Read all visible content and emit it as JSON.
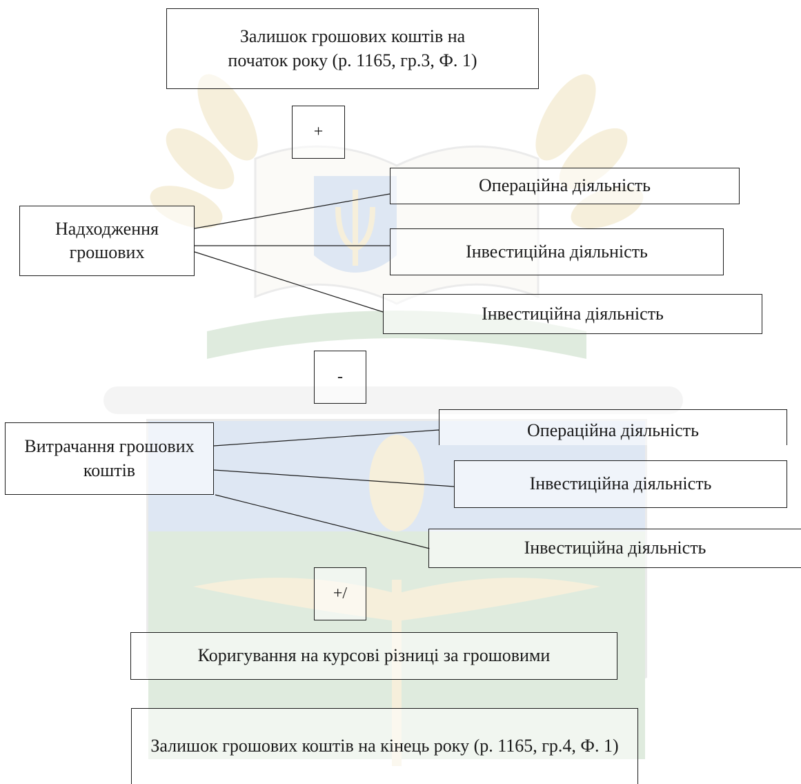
{
  "diagram": {
    "start": {
      "text": "Залишок грошових коштів на початок року (р. 1165, гр.3, Ф. 1)"
    },
    "op_plus": "+",
    "inflow": {
      "label": "Надходження грошових",
      "activities": [
        "Операційна діяльність",
        "Інвестиційна діяльність",
        "Інвестиційна діяльність"
      ]
    },
    "op_minus": "-",
    "outflow": {
      "label": "Витрачання грошових коштів",
      "activities": [
        "Операційна діяльність",
        "Інвестиційна діяльність",
        "Інвестиційна діяльність"
      ]
    },
    "op_plus_minus": "+/",
    "adjustment": "Коригування на курсові різниці за грошовими",
    "end": {
      "text": "Залишок грошових коштів на кінець року (р. 1165, гр.4, Ф. 1)"
    }
  },
  "watermark": {
    "colors": [
      "#c9a227",
      "#3b6fb6",
      "#3f8a3a",
      "#8a8a8a"
    ]
  }
}
